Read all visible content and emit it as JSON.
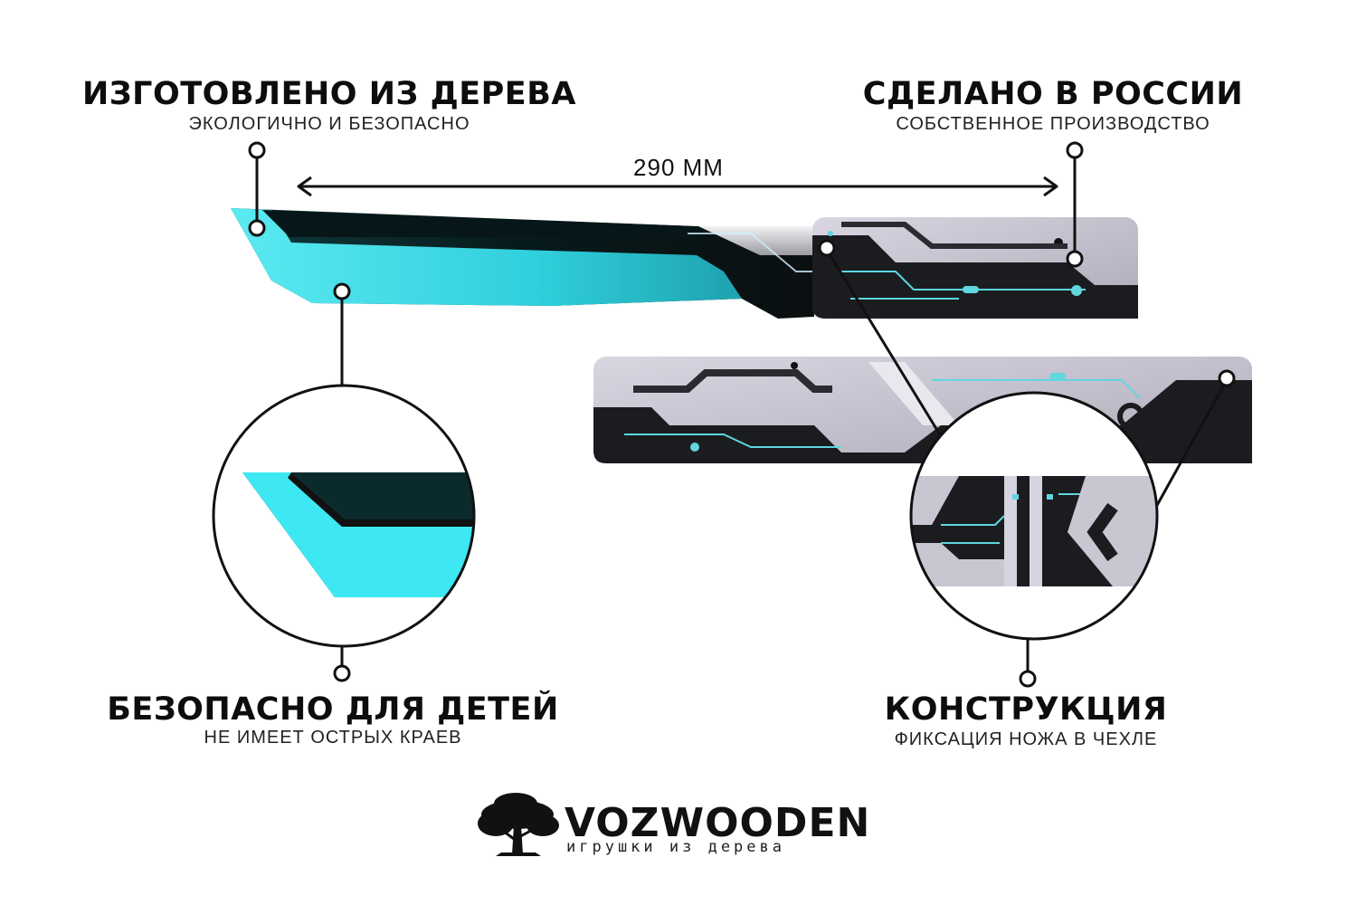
{
  "features": {
    "material": {
      "title": "ИЗГОТОВЛЕНО ИЗ ДЕРЕВА",
      "subtitle": "ЭКОЛОГИЧНО И БЕЗОПАСНО"
    },
    "origin": {
      "title": "СДЕЛАНО В РОССИИ",
      "subtitle": "СОБСТВЕННОЕ ПРОИЗВОДСТВО"
    },
    "safety": {
      "title": "БЕЗОПАСНО ДЛЯ ДЕТЕЙ",
      "subtitle": "НЕ ИМЕЕТ ОСТРЫХ КРАЕВ"
    },
    "construction": {
      "title": "КОНСТРУКЦИЯ",
      "subtitle": "ФИКСАЦИЯ НОЖА В ЧЕХЛЕ"
    }
  },
  "dimension": {
    "length_label": "290 ММ"
  },
  "brand": {
    "name": "VOZWOODEN",
    "tagline": "игрушки из дерева"
  },
  "colors": {
    "blade_edge": "#3de8f2",
    "blade_dark": "#0b2a2c",
    "handle_light": "#c9c6d2",
    "handle_dark": "#1b1c1f",
    "circuit": "#5fd6e0",
    "text": "#0d0d0d"
  },
  "icons": [
    "tree-logo-icon",
    "arrow-left-icon",
    "arrow-right-icon"
  ]
}
